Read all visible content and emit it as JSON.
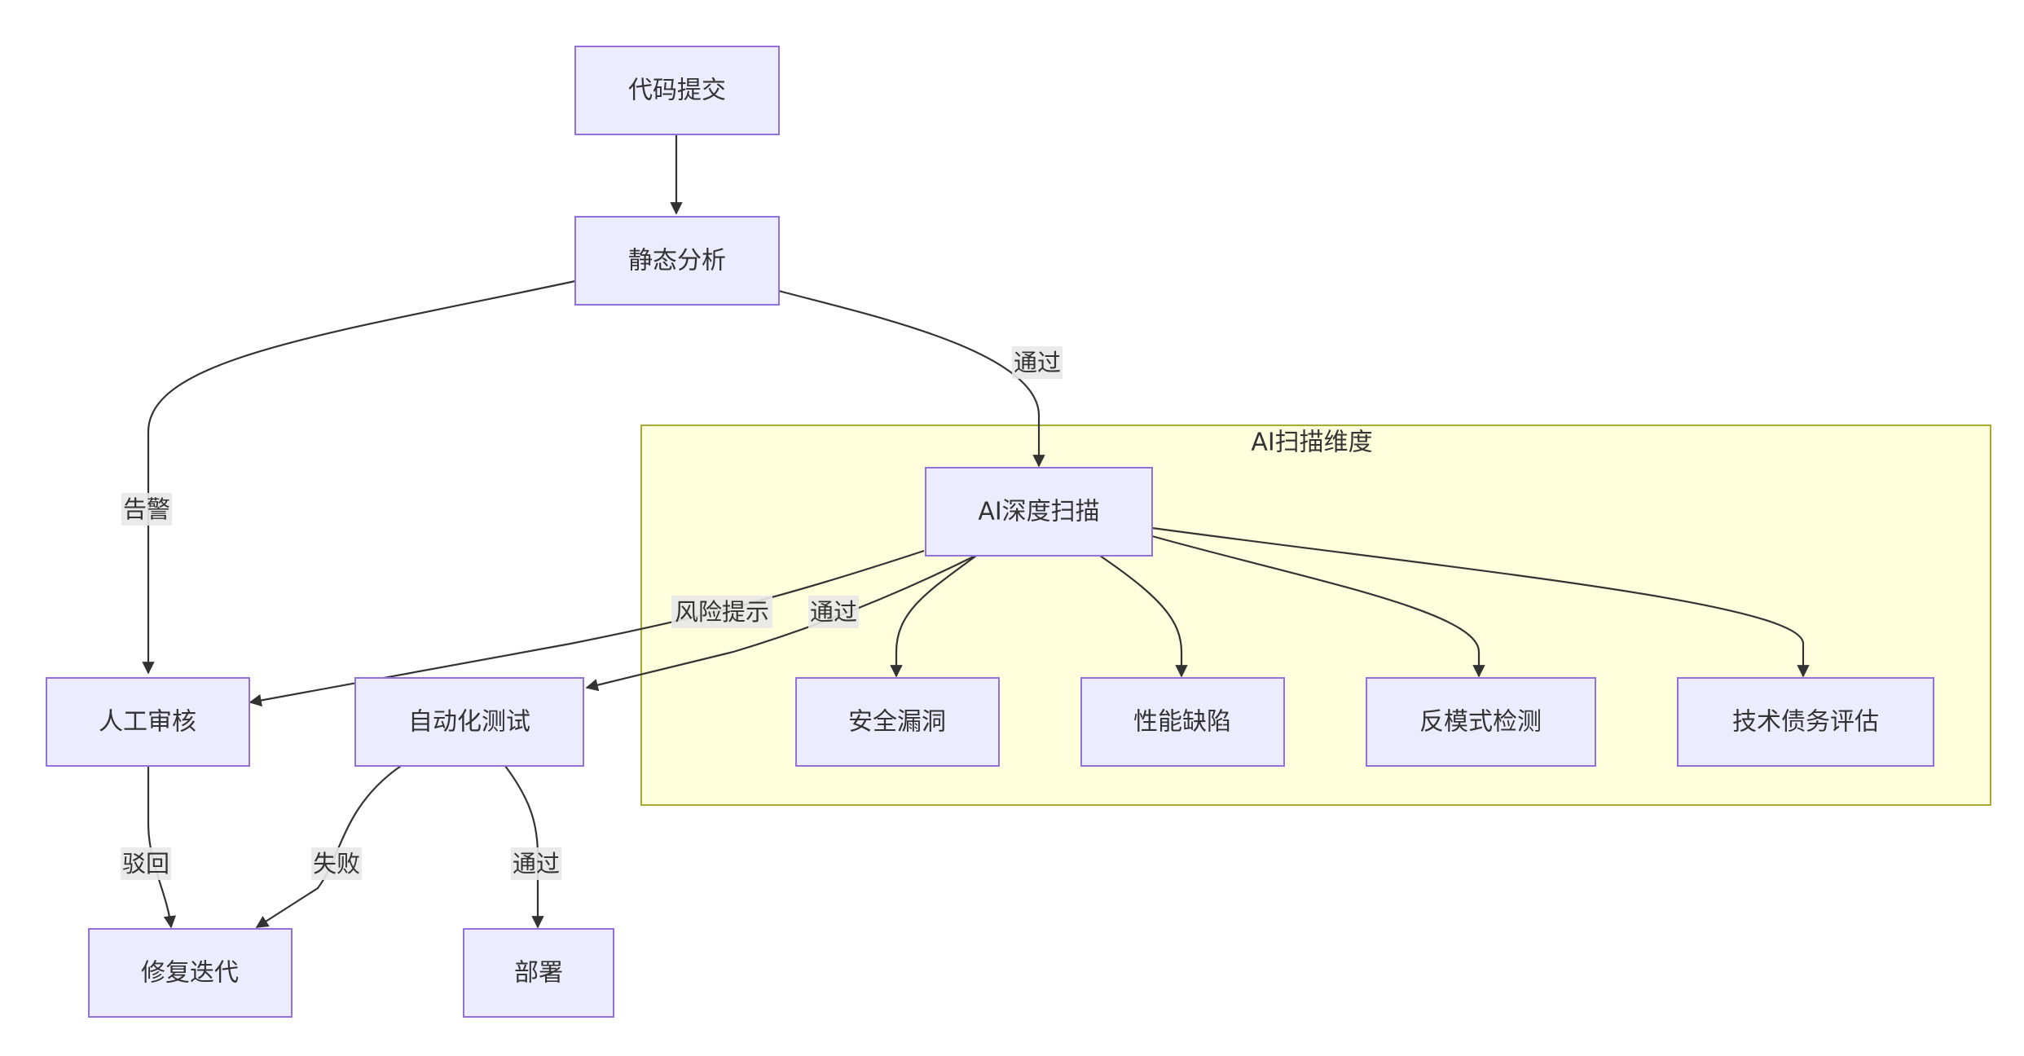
{
  "diagram": {
    "type": "flowchart",
    "colors": {
      "node_fill": "#ECECFF",
      "node_stroke": "#9370DB",
      "cluster_fill": "#FFFFDE",
      "cluster_stroke": "#AAAA33",
      "edge": "#333333",
      "text": "#333333"
    },
    "cluster": {
      "title": "AI扫描维度"
    },
    "nodes": {
      "commit": "代码提交",
      "static": "静态分析",
      "deep_scan": "AI深度扫描",
      "manual": "人工审核",
      "autotest": "自动化测试",
      "security": "安全漏洞",
      "performance": "性能缺陷",
      "antipattern": "反模式检测",
      "techdebt": "技术债务评估",
      "fix": "修复迭代",
      "deploy": "部署"
    },
    "edges": [
      {
        "from": "commit",
        "to": "static",
        "label": ""
      },
      {
        "from": "static",
        "to": "manual",
        "label": "告警"
      },
      {
        "from": "static",
        "to": "deep_scan",
        "label": "通过"
      },
      {
        "from": "deep_scan",
        "to": "manual",
        "label": "风险提示"
      },
      {
        "from": "deep_scan",
        "to": "autotest",
        "label": "通过"
      },
      {
        "from": "deep_scan",
        "to": "security",
        "label": ""
      },
      {
        "from": "deep_scan",
        "to": "performance",
        "label": ""
      },
      {
        "from": "deep_scan",
        "to": "antipattern",
        "label": ""
      },
      {
        "from": "deep_scan",
        "to": "techdebt",
        "label": ""
      },
      {
        "from": "manual",
        "to": "fix",
        "label": "驳回"
      },
      {
        "from": "autotest",
        "to": "fix",
        "label": "失败"
      },
      {
        "from": "autotest",
        "to": "deploy",
        "label": "通过"
      }
    ]
  }
}
